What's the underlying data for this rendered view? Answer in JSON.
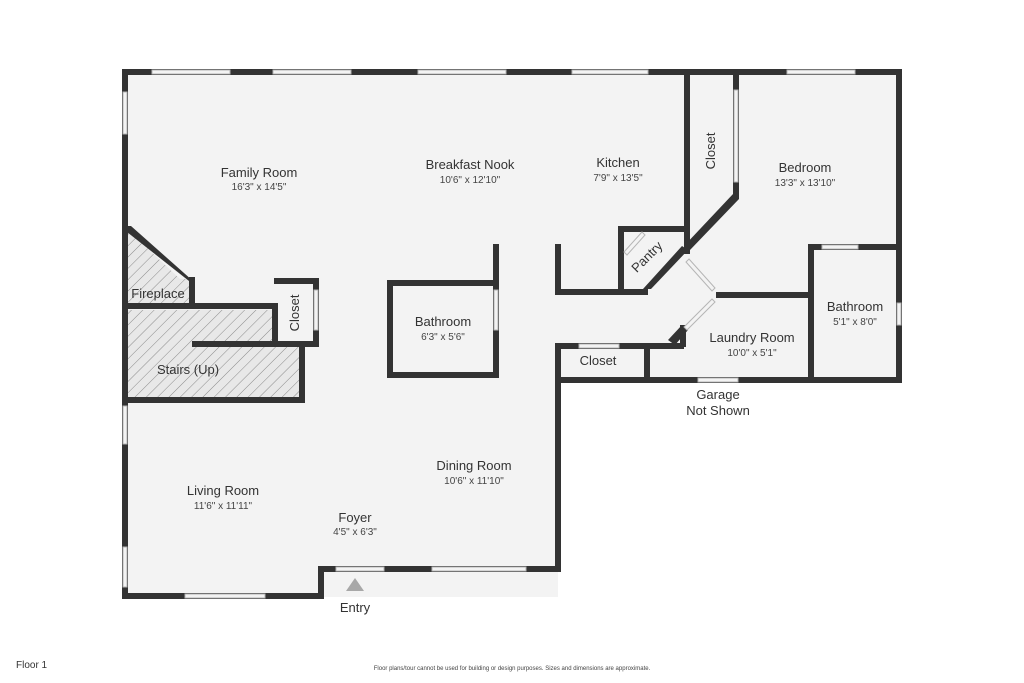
{
  "rooms": {
    "family_room": {
      "name": "Family Room",
      "dims": "16'3\" x 14'5\""
    },
    "breakfast_nook": {
      "name": "Breakfast Nook",
      "dims": "10'6\" x 12'10\""
    },
    "kitchen": {
      "name": "Kitchen",
      "dims": "7'9\" x 13'5\""
    },
    "bedroom": {
      "name": "Bedroom",
      "dims": "13'3\" x 13'10\""
    },
    "bathroom_center": {
      "name": "Bathroom",
      "dims": "6'3\" x 5'6\""
    },
    "bathroom_right": {
      "name": "Bathroom",
      "dims": "5'1\" x 8'0\""
    },
    "laundry_room": {
      "name": "Laundry Room",
      "dims": "10'0\" x 5'1\""
    },
    "dining_room": {
      "name": "Dining Room",
      "dims": "10'6\" x 11'10\""
    },
    "living_room": {
      "name": "Living Room",
      "dims": "11'6\" x 11'11\""
    },
    "foyer": {
      "name": "Foyer",
      "dims": "4'5\" x 6'3\""
    }
  },
  "labels": {
    "fireplace": "Fireplace",
    "stairs": "Stairs (Up)",
    "closet_left": "Closet",
    "closet_kitchen": "Closet",
    "closet_laundry": "Closet",
    "pantry": "Pantry",
    "garage_line1": "Garage",
    "garage_line2": "Not Shown",
    "entry": "Entry"
  },
  "footer": {
    "floor": "Floor 1",
    "disclaimer": "Floor plans/tour cannot be used for building or design purposes. Sizes and dimensions are approximate."
  },
  "colors": {
    "wall": "#333333",
    "floor": "#f3f3f3",
    "window": "#b5b5b5"
  }
}
